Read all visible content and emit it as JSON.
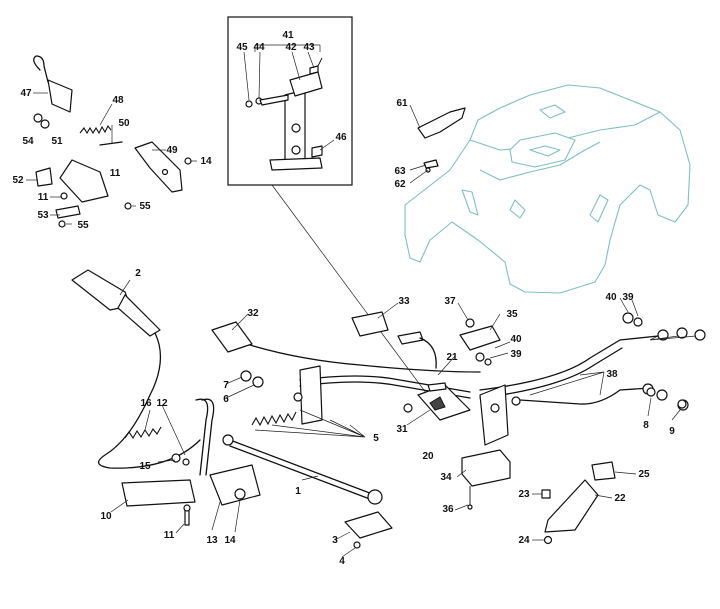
{
  "callouts": {
    "c1": "1",
    "c2": "2",
    "c3": "3",
    "c4": "4",
    "c5": "5",
    "c6": "6",
    "c7": "7",
    "c8": "8",
    "c9": "9",
    "c10": "10",
    "c11a": "11",
    "c11b": "11",
    "c11c": "11",
    "c12": "12",
    "c13": "13",
    "c14a": "14",
    "c14b": "14",
    "c15": "15",
    "c16": "16",
    "c20": "20",
    "c21": "21",
    "c22": "22",
    "c23": "23",
    "c24": "24",
    "c25": "25",
    "c31": "31",
    "c32": "32",
    "c33": "33",
    "c34": "34",
    "c35": "35",
    "c36": "36",
    "c37": "37",
    "c38": "38",
    "c39a": "39",
    "c39b": "39",
    "c40a": "40",
    "c40b": "40",
    "c41": "41",
    "c42": "42",
    "c43": "43",
    "c44": "44",
    "c45": "45",
    "c46": "46",
    "c47": "47",
    "c48": "48",
    "c49": "49",
    "c50": "50",
    "c51": "51",
    "c52": "52",
    "c53": "53",
    "c54": "54",
    "c55a": "55",
    "c55b": "55",
    "c61": "61",
    "c62": "62",
    "c63": "63"
  },
  "colors": {
    "line": "#111111",
    "body_outline": "#7fbfbf",
    "background": "#ffffff"
  }
}
